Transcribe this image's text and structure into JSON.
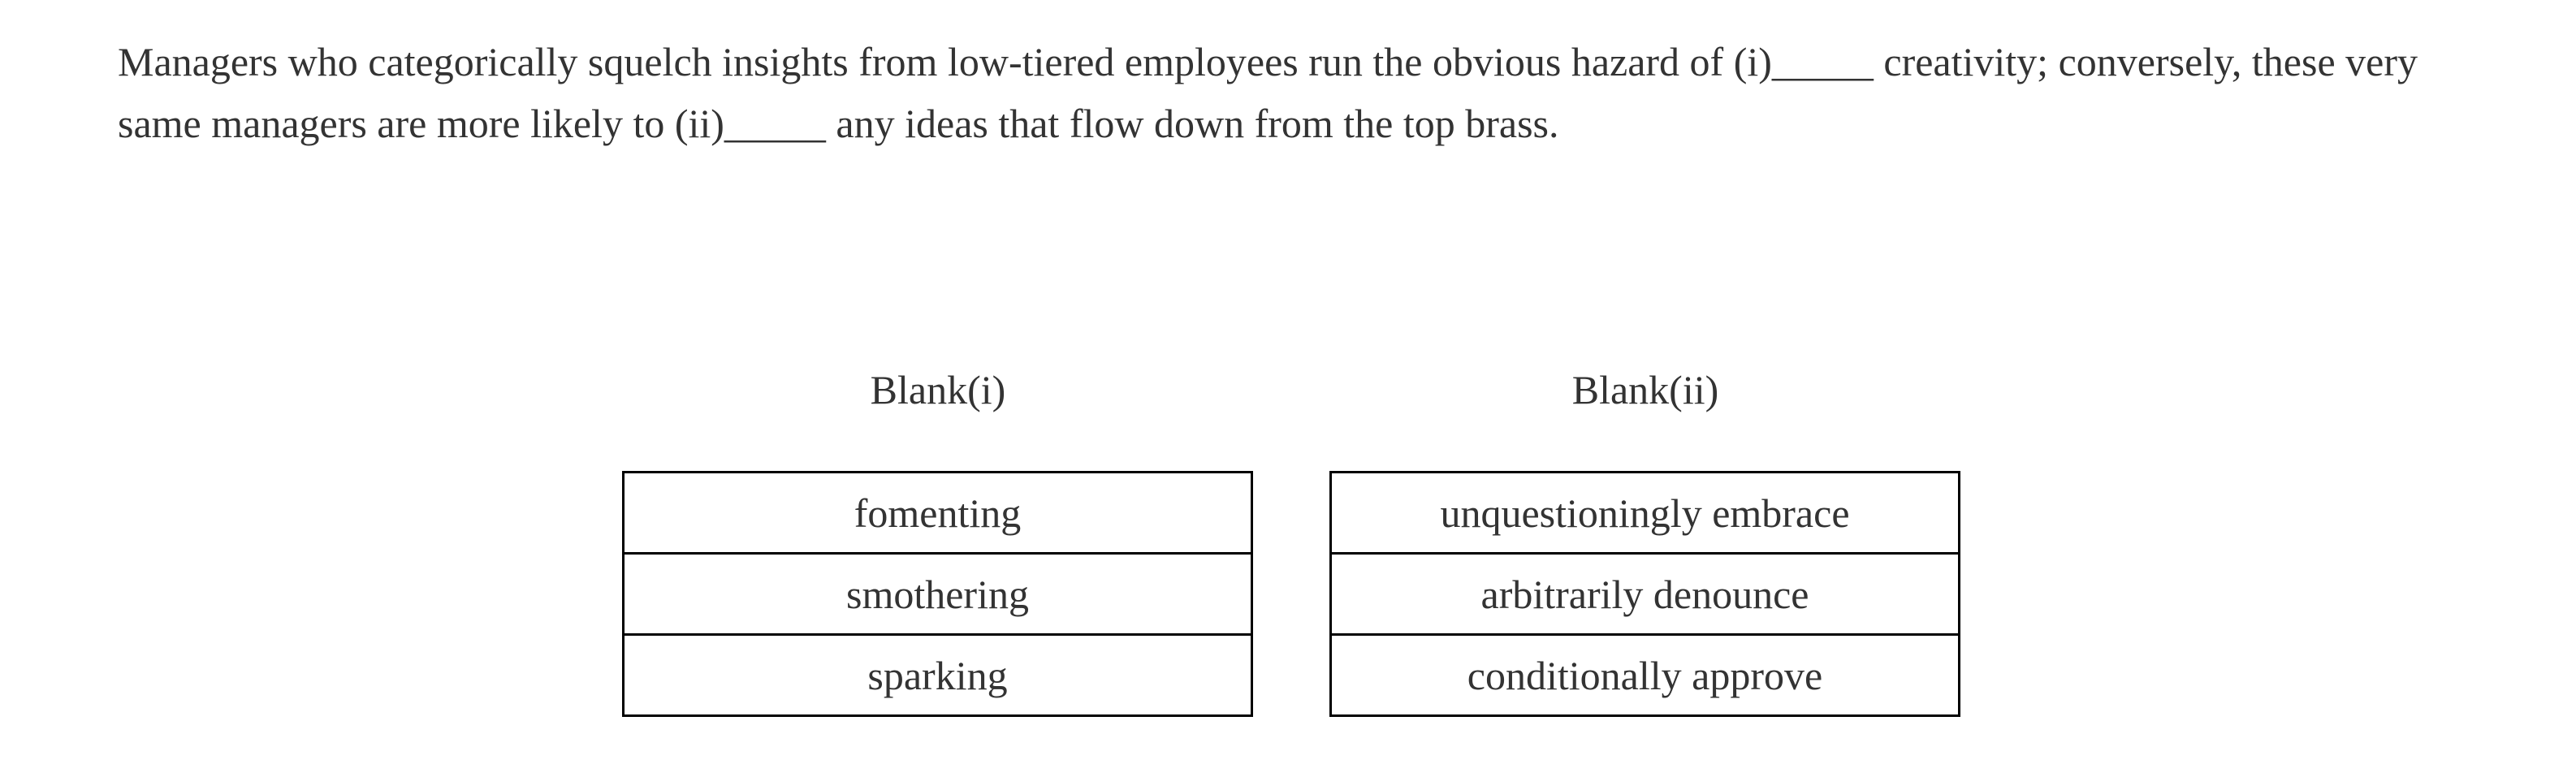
{
  "question": {
    "text": "Managers who categorically squelch insights from low-tiered employees run the obvious hazard of (i)_____ creativity; conversely, these very same managers are more likely to (ii)_____ any ideas that flow down from the top brass."
  },
  "blanks": [
    {
      "header": "Blank(i)",
      "options": [
        "fomenting",
        "smothering",
        "sparking"
      ]
    },
    {
      "header": "Blank(ii)",
      "options": [
        "unquestioningly embrace",
        "arbitrarily denounce",
        "conditionally approve"
      ]
    }
  ]
}
